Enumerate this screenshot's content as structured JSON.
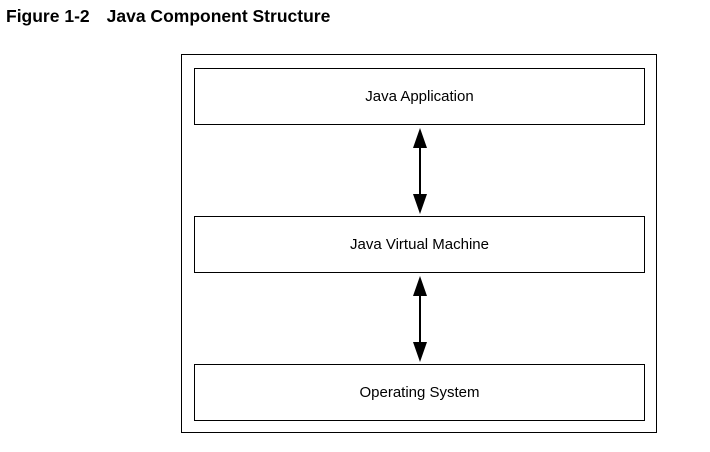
{
  "figure": {
    "number": "Figure 1-2",
    "title": "Java Component Structure"
  },
  "layers": {
    "application": "Java Application",
    "jvm": "Java Virtual Machine",
    "os": "Operating System"
  }
}
